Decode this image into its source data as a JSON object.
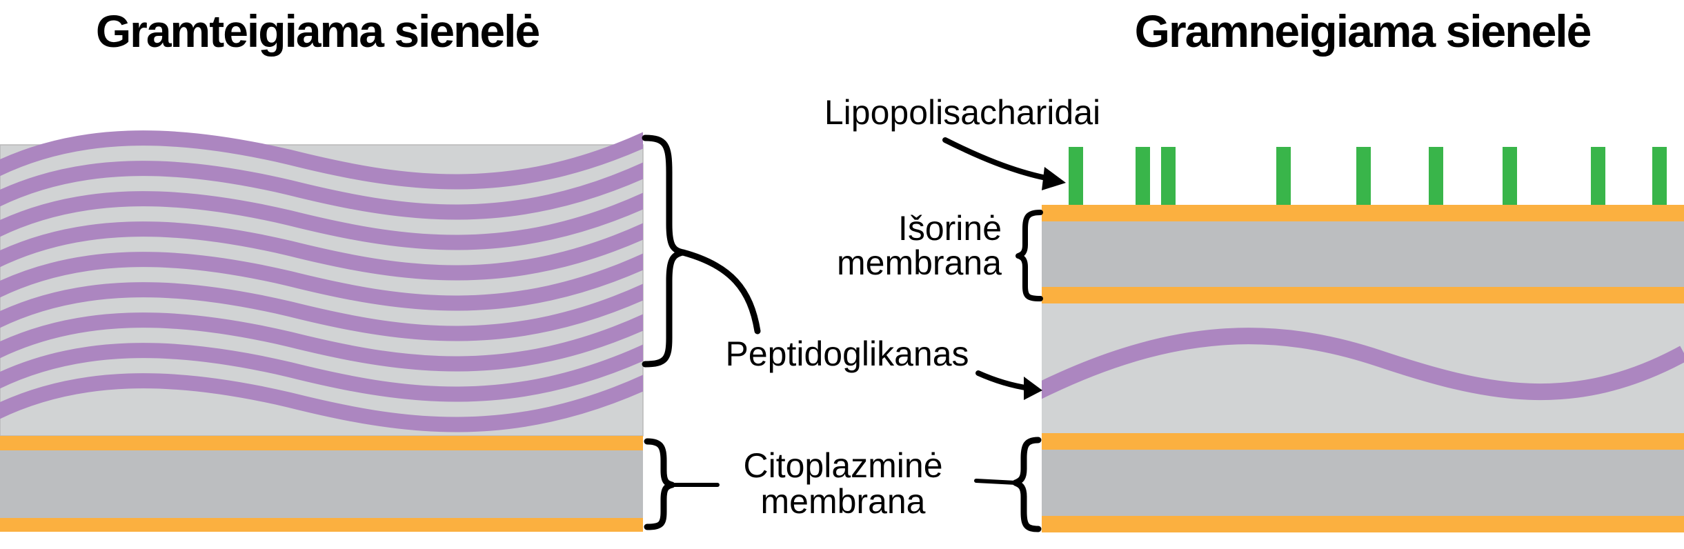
{
  "titles": {
    "left": "Gramteigiama sienelė",
    "right": "Gramneigiama sienelė"
  },
  "labels": {
    "lps": "Lipopolisacharidai",
    "outer_membrane_line1": "Išorinė",
    "outer_membrane_line2": "membrana",
    "peptidoglycan": "Peptidoglikanas",
    "cytoplasmic_line1": "Citoplazminė",
    "cytoplasmic_line2": "membrana"
  },
  "colors": {
    "peptidoglycan": "#ac86c0",
    "membrane_edge": "#fbb040",
    "membrane_core": "#bcbec0",
    "periplasm": "#d1d3d4",
    "lps": "#39b54a",
    "outline": "#000000"
  },
  "structure": {
    "left_peptidoglycan_layers": 9,
    "right_peptidoglycan_layers": 1,
    "lps_count": 9
  }
}
